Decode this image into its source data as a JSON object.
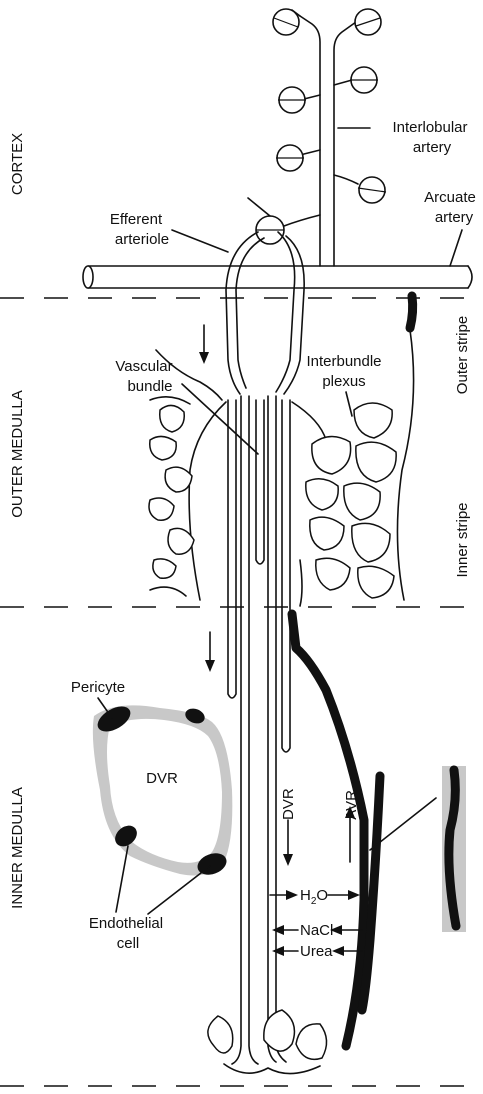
{
  "zones": {
    "cortex": "CORTEX",
    "outer_medulla": "OUTER MEDULLA",
    "inner_medulla": "INNER MEDULLA",
    "outer_stripe": "Outer stripe",
    "inner_stripe": "Inner stripe"
  },
  "labels": {
    "interlobular_1": "Interlobular",
    "interlobular_2": "artery",
    "arcuate_1": "Arcuate",
    "arcuate_2": "artery",
    "efferent_1": "Efferent",
    "efferent_2": "arteriole",
    "vascular_1": "Vascular",
    "vascular_2": "bundle",
    "interbundle_1": "Interbundle",
    "interbundle_2": "plexus",
    "pericyte": "Pericyte",
    "dvr_cell": "DVR",
    "endothelial_1": "Endothelial",
    "endothelial_2": "cell",
    "dvr": "DVR",
    "avr": "AVR",
    "h2o_base": "H",
    "h2o_sub": "2",
    "h2o_end": "O",
    "nacl": "NaCl",
    "urea": "Urea"
  },
  "colors": {
    "ink": "#111111",
    "wall": "#c8c8c8"
  }
}
